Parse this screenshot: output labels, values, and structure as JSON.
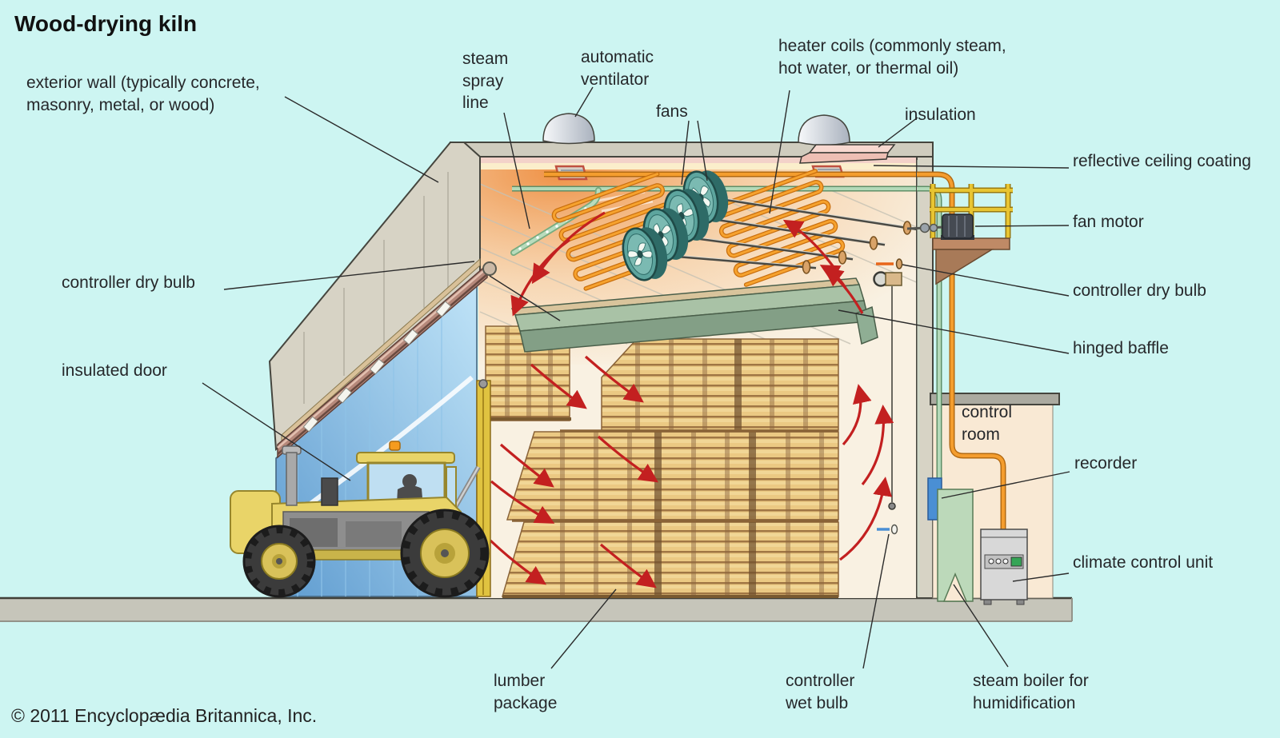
{
  "title": "Wood-drying kiln",
  "copyright": "© 2011 Encyclopædia Britannica, Inc.",
  "labels": {
    "exterior_wall": "exterior wall (typically concrete,\nmasonry, metal, or wood)",
    "steam_spray_line": "steam\nspray\nline",
    "automatic_ventilator": "automatic\nventilator",
    "fans": "fans",
    "heater_coils": "heater coils (commonly steam,\nhot water, or thermal oil)",
    "insulation": "insulation",
    "reflective_ceiling_coating": "reflective ceiling coating",
    "fan_motor": "fan motor",
    "controller_dry_bulb_right": "controller dry bulb",
    "hinged_baffle": "hinged baffle",
    "controller_dry_bulb_left": "controller dry bulb",
    "insulated_door": "insulated door",
    "control_room": "control\nroom",
    "recorder": "recorder",
    "climate_control_unit": "climate control unit",
    "lumber_package": "lumber\npackage",
    "controller_wet_bulb": "controller\nwet bulb",
    "steam_boiler": "steam boiler for\nhumidification"
  },
  "colors": {
    "background": "#cdf5f2",
    "arrow_red": "#c32020",
    "heater_coil_orange": "#f6921e",
    "fan_teal": "#5da59e",
    "lumber_tan": "#ebc983",
    "door_blue": "#7fb9e4",
    "forklift_yellow": "#e9d468",
    "boiler_green": "#bcd9ba",
    "recorder_blue": "#4a8fd4",
    "insulation_pink": "#f8d8d0",
    "wall_beige": "#d7d3c5"
  }
}
